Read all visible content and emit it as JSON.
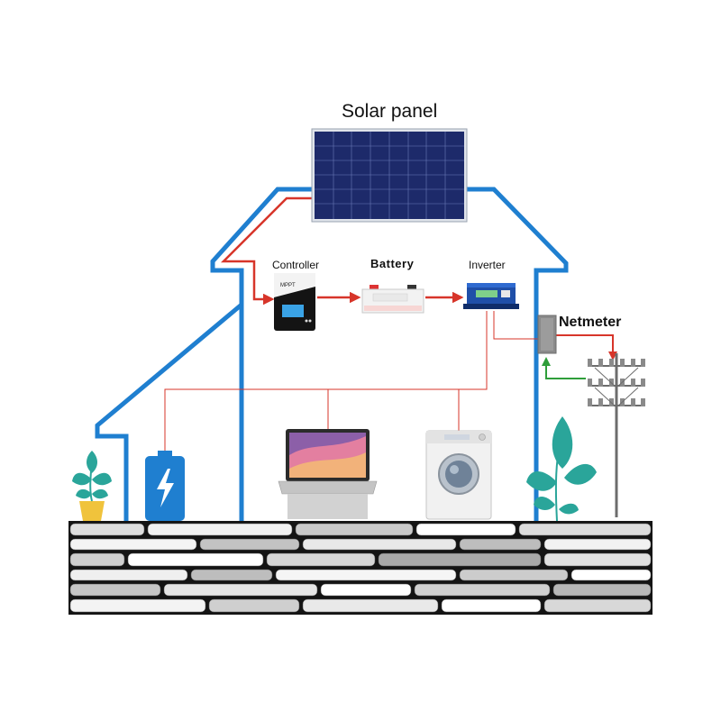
{
  "labels": {
    "solar_panel": "Solar panel",
    "controller": "Controller",
    "battery": "Battery",
    "inverter": "Inverter",
    "netmeter": "Netmeter"
  },
  "device_text": {
    "controller_brand": "MPPT"
  },
  "icons": {
    "solar_panel": "solar-panel-icon",
    "controller": "charge-controller-icon",
    "battery": "battery-icon",
    "inverter": "inverter-icon",
    "netmeter": "netmeter-icon",
    "power_pole": "power-pole-icon",
    "laptop": "laptop-icon",
    "washing_machine": "washing-machine-icon",
    "power_bank": "power-bank-icon",
    "potted_plant": "potted-plant-icon",
    "garden_plant": "garden-plant-icon"
  },
  "colors": {
    "house_outline": "#1f7fd0",
    "dc_wire": "#d7352a",
    "ac_wire": "#d7352a",
    "grid_return_arrow": "#2f9e3a",
    "plant_leaf": "#2aa59a",
    "power_bank": "#1f7fd0"
  }
}
